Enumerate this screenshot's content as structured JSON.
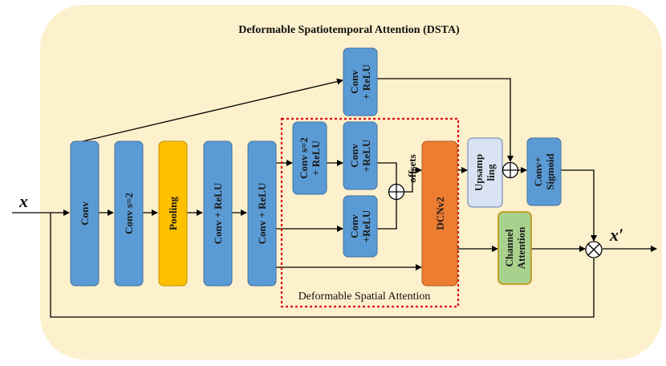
{
  "title": "Deformable Spatiotemporal Attention (DSTA)",
  "input_label": "x",
  "output_label": "x′",
  "dsa_label": "Deformable Spatial Attention",
  "offsets_label": "offsets",
  "colors": {
    "background_panel": "#fdf0cc",
    "blue_block": "#5b9bd5",
    "blue_block_border": "#41719c",
    "yellow_block": "#ffc000",
    "orange_block": "#ed7d31",
    "green_block": "#a9d18e",
    "light_blue_block": "#dae3f3",
    "dashed_red": "#e0000b"
  },
  "blocks": {
    "conv": {
      "line1": "Conv"
    },
    "conv_s2": {
      "line1": "Conv s=2"
    },
    "pooling": {
      "line1": "Pooling"
    },
    "conv_relu_1": {
      "line1": "Conv + ReLU"
    },
    "conv_relu_2": {
      "line1": "Conv + ReLU"
    },
    "top_conv_relu": {
      "line1": "Conv",
      "line2": "+ ReLU"
    },
    "dsa_conv_s2_relu": {
      "line1": "Conv s=2",
      "line2": "+ ReLU"
    },
    "dsa_conv_relu_upper": {
      "line1": "Conv",
      "line2": "+ReLU"
    },
    "dsa_conv_relu_lower": {
      "line1": "Conv",
      "line2": "+ReLU"
    },
    "dcnv2": {
      "line1": "DCNv2"
    },
    "upsampling": {
      "line1": "Upsamp",
      "line2": "ling"
    },
    "conv_sigmoid": {
      "line1": "Conv+",
      "line2": "Sigmoid"
    },
    "channel_attention": {
      "line1": "Channel",
      "line2": "Attention"
    }
  }
}
